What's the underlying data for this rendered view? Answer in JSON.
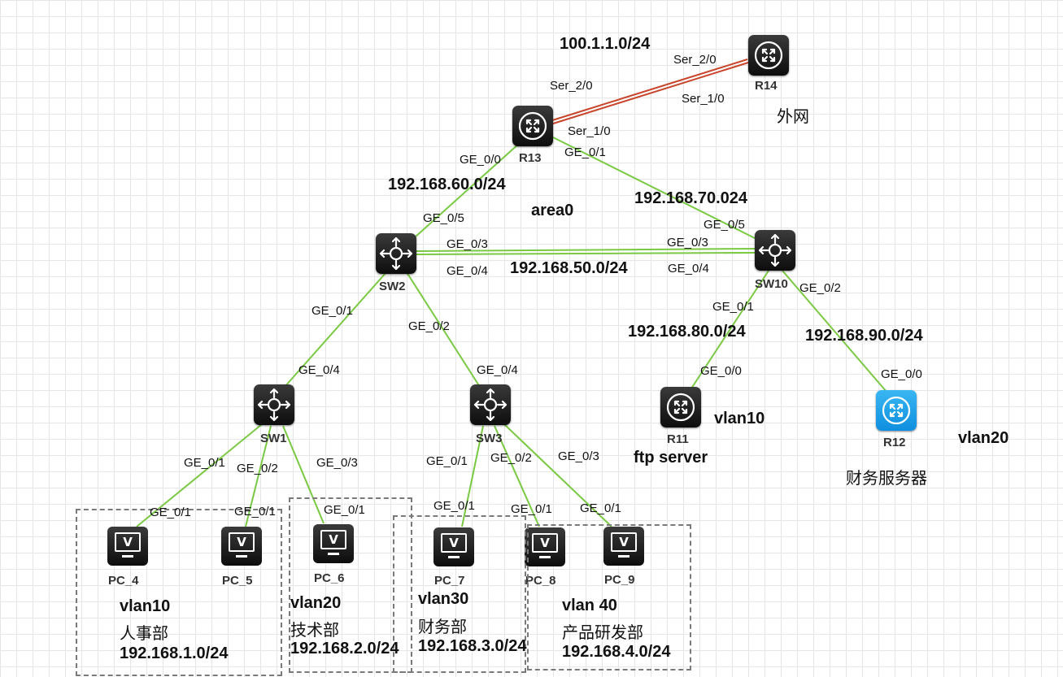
{
  "networks": {
    "wan": "100.1.1.0/24",
    "r13_sw2": "192.168.60.0/24",
    "r13_sw10": "192.168.70.024",
    "sw2_sw10": "192.168.50.0/24",
    "sw10_r11": "192.168.80.0/24",
    "sw10_r12": "192.168.90.0/24",
    "area": "area0",
    "external": "外网"
  },
  "devices": {
    "r14": "R14",
    "r13": "R13",
    "sw2": "SW2",
    "sw10": "SW10",
    "sw1": "SW1",
    "sw3": "SW3",
    "r11": "R11",
    "r12": "R12",
    "pc4": "PC_4",
    "pc5": "PC_5",
    "pc6": "PC_6",
    "pc7": "PC_7",
    "pc8": "PC_8",
    "pc9": "PC_9"
  },
  "device_icons": {
    "router": "router-icon",
    "switch": "layer3-switch-icon",
    "pc": "pc-icon",
    "router_color": "#1a1a1a",
    "r12_color": "#1e9fe8",
    "ethernet_color": "#7ac943",
    "serial_color": "#c8442a"
  },
  "ports": {
    "r14_s20": "Ser_2/0",
    "r14_s10": "Ser_1/0",
    "r13_s20": "Ser_2/0",
    "r13_s10": "Ser_1/0",
    "r13_g00": "GE_0/0",
    "r13_g01": "GE_0/1",
    "sw2_g05": "GE_0/5",
    "sw2_g03": "GE_0/3",
    "sw2_g04": "GE_0/4",
    "sw2_g01": "GE_0/1",
    "sw2_g02": "GE_0/2",
    "sw10_g05": "GE_0/5",
    "sw10_g03": "GE_0/3",
    "sw10_g04": "GE_0/4",
    "sw10_g01": "GE_0/1",
    "sw10_g02": "GE_0/2",
    "sw1_g04": "GE_0/4",
    "sw1_g01": "GE_0/1",
    "sw1_g02": "GE_0/2",
    "sw1_g03": "GE_0/3",
    "sw3_g04": "GE_0/4",
    "sw3_g01": "GE_0/1",
    "sw3_g02": "GE_0/2",
    "sw3_g03": "GE_0/3",
    "r11_g00": "GE_0/0",
    "r12_g00": "GE_0/0",
    "pc4_g01": "GE_0/1",
    "pc5_g01": "GE_0/1",
    "pc6_g01": "GE_0/1",
    "pc7_g01": "GE_0/1",
    "pc8_g01": "GE_0/1",
    "pc9_g01": "GE_0/1"
  },
  "servers": {
    "r11_vlan": "vlan10",
    "r11_role": "ftp server",
    "r12_vlan": "vlan20",
    "r12_role": "财务服务器"
  },
  "groups": [
    {
      "vlan": "vlan10",
      "dept": "人事部",
      "subnet": "192.168.1.0/24"
    },
    {
      "vlan": "vlan20",
      "dept": "技术部",
      "subnet": "192.168.2.0/24"
    },
    {
      "vlan": "vlan30",
      "dept": "财务部",
      "subnet": "192.168.3.0/24"
    },
    {
      "vlan": "vlan 40",
      "dept": "产品研发部",
      "subnet": "192.168.4.0/24"
    }
  ]
}
